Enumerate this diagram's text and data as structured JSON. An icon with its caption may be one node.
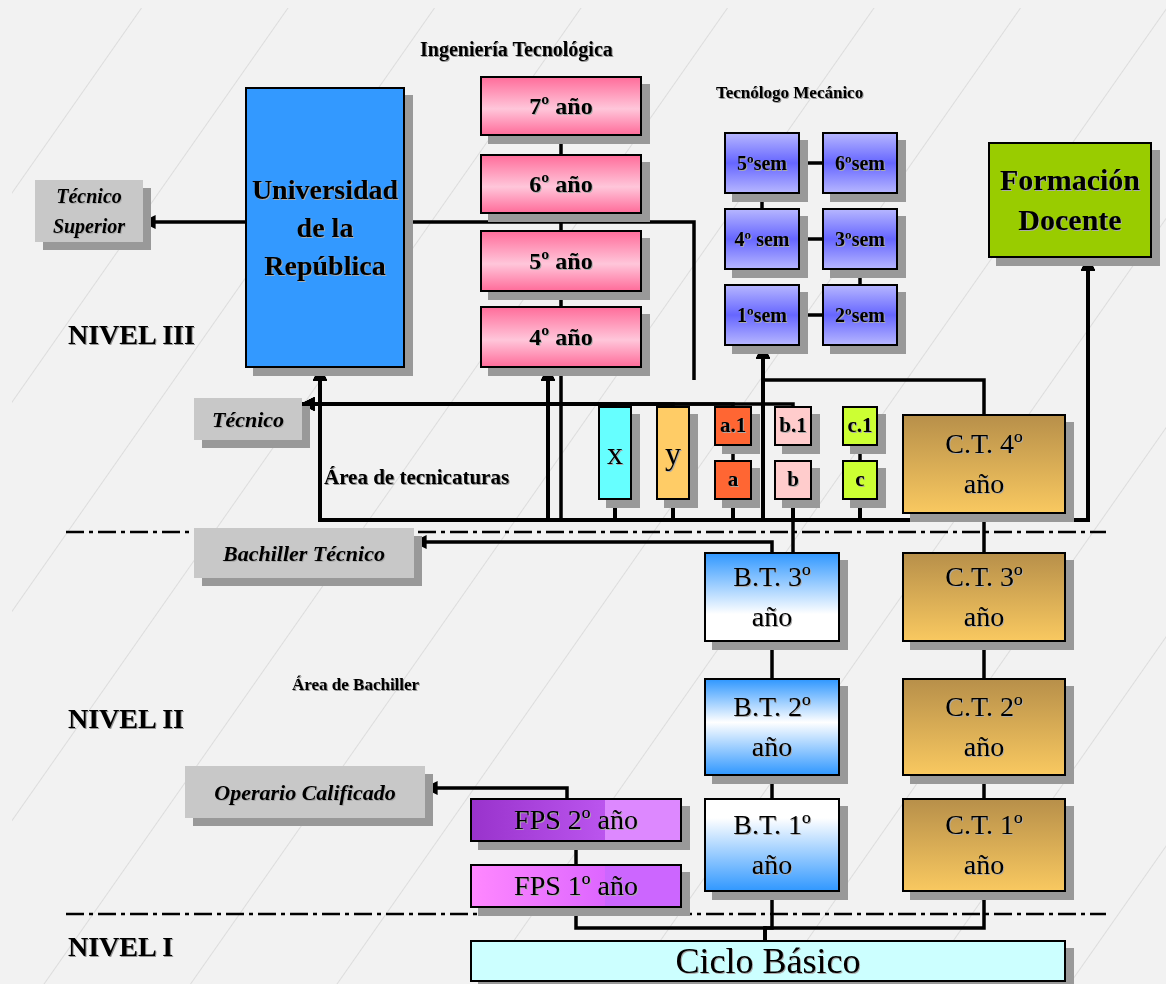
{
  "diagram": {
    "nodes": [
      {
        "text": [
          "Universidad de la República"
        ]
      },
      {
        "text": [
          "Técnico Superior"
        ]
      },
      {
        "text": [
          "7º año"
        ]
      },
      {
        "text": [
          "6º año"
        ]
      },
      {
        "text": [
          "5º año"
        ]
      },
      {
        "text": [
          "4º año"
        ]
      },
      {
        "text": [
          "5ºsem"
        ]
      },
      {
        "text": [
          "6ºsem"
        ]
      },
      {
        "text": [
          "4º sem"
        ]
      },
      {
        "text": [
          "3ºsem"
        ]
      },
      {
        "text": [
          "1ºsem"
        ]
      },
      {
        "text": [
          "2ºsem"
        ]
      },
      {
        "text": [
          "Formación Docente"
        ]
      },
      {
        "text": [
          "Técnico"
        ]
      },
      {
        "text": [
          "x"
        ]
      },
      {
        "text": [
          "y"
        ]
      },
      {
        "text": [
          "a.1"
        ]
      },
      {
        "text": [
          "a"
        ]
      },
      {
        "text": [
          "b.1"
        ]
      },
      {
        "text": [
          "b"
        ]
      },
      {
        "text": [
          "c.1"
        ]
      },
      {
        "text": [
          "c"
        ]
      },
      {
        "text": [
          "C.T. 4º año"
        ]
      },
      {
        "text": [
          "Bachiller Técnico"
        ]
      },
      {
        "text": [
          "B.T. 3º año"
        ]
      },
      {
        "text": [
          "C.T. 3º año"
        ]
      },
      {
        "text": [
          "B.T. 2º año"
        ]
      },
      {
        "text": [
          "C.T. 2º año"
        ]
      },
      {
        "text": [
          "Operario Calificado"
        ]
      },
      {
        "text": [
          "FPS 2º año"
        ]
      },
      {
        "text": [
          "B.T. 1º año"
        ]
      },
      {
        "text": [
          "C.T. 1º año"
        ]
      },
      {
        "text": [
          "FPS 1º año"
        ]
      },
      {
        "text": [
          "Ciclo Básico"
        ]
      }
    ],
    "edges": [
      {
        "from": 0,
        "to": 1,
        "arrow": "to"
      },
      {
        "from": 0,
        "to": null,
        "arrow": "none"
      },
      {
        "from": 2,
        "to": 3,
        "arrow": "none"
      },
      {
        "from": 3,
        "to": 4,
        "arrow": "none"
      },
      {
        "from": 4,
        "to": 5,
        "arrow": "none"
      },
      {
        "from": 10,
        "to": 11,
        "arrow": "none"
      },
      {
        "from": 11,
        "to": 9,
        "arrow": "none"
      },
      {
        "from": 9,
        "to": 8,
        "arrow": "none"
      },
      {
        "from": 8,
        "to": 6,
        "arrow": "none"
      },
      {
        "from": 6,
        "to": 7,
        "arrow": "none"
      },
      {
        "from": 14,
        "to": 0,
        "arrow": "to"
      },
      {
        "from": 14,
        "to": 5,
        "arrow": "to"
      },
      {
        "from": 14,
        "to": 10,
        "arrow": "to"
      },
      {
        "from": 14,
        "to": 12,
        "arrow": "to"
      },
      {
        "from": 15,
        "to": 0,
        "arrow": "to"
      },
      {
        "from": 15,
        "to": 5,
        "arrow": "to"
      },
      {
        "from": 15,
        "to": 10,
        "arrow": "to"
      },
      {
        "from": 15,
        "to": 12,
        "arrow": "to"
      },
      {
        "from": 17,
        "to": 0,
        "arrow": "to"
      },
      {
        "from": 17,
        "to": 5,
        "arrow": "to"
      },
      {
        "from": 17,
        "to": 10,
        "arrow": "to"
      },
      {
        "from": 17,
        "to": 12,
        "arrow": "to"
      },
      {
        "from": 19,
        "to": 0,
        "arrow": "to"
      },
      {
        "from": 19,
        "to": 5,
        "arrow": "to"
      },
      {
        "from": 19,
        "to": 10,
        "arrow": "to"
      },
      {
        "from": 19,
        "to": 12,
        "arrow": "to"
      },
      {
        "from": 21,
        "to": 0,
        "arrow": "to"
      },
      {
        "from": 21,
        "to": 5,
        "arrow": "to"
      },
      {
        "from": 21,
        "to": 10,
        "arrow": "to"
      },
      {
        "from": 21,
        "to": 12,
        "arrow": "to"
      },
      {
        "from": 22,
        "to": 0,
        "arrow": "to"
      },
      {
        "from": 22,
        "to": 5,
        "arrow": "to"
      },
      {
        "from": 22,
        "to": 12,
        "arrow": "to"
      },
      {
        "from": 22,
        "to": 10,
        "arrow": "to"
      },
      {
        "from": 14,
        "to": 13,
        "arrow": "to"
      },
      {
        "from": 15,
        "to": 13,
        "arrow": "to"
      },
      {
        "from": 16,
        "to": 13,
        "arrow": "to"
      },
      {
        "from": 18,
        "to": 13,
        "arrow": "to"
      },
      {
        "from": 16,
        "to": 17,
        "arrow": "none"
      },
      {
        "from": 20,
        "to": 21,
        "arrow": "none"
      },
      {
        "from": 24,
        "to": 19,
        "arrow": "none"
      },
      {
        "from": 24,
        "to": 23,
        "arrow": "to"
      },
      {
        "from": 25,
        "to": 22,
        "arrow": "none"
      },
      {
        "from": 26,
        "to": 24,
        "arrow": "none"
      },
      {
        "from": 27,
        "to": 25,
        "arrow": "none"
      },
      {
        "from": 30,
        "to": 26,
        "arrow": "none"
      },
      {
        "from": 31,
        "to": 27,
        "arrow": "none"
      },
      {
        "from": 29,
        "to": 28,
        "arrow": "to"
      },
      {
        "from": 32,
        "to": 29,
        "arrow": "none"
      },
      {
        "from": 33,
        "to": 32,
        "arrow": "none"
      },
      {
        "from": 33,
        "to": 30,
        "arrow": "none"
      },
      {
        "from": 33,
        "to": 31,
        "arrow": "none"
      }
    ],
    "labels": [
      "Ingeniería Tecnológica",
      "Tecnólogo Mecánico",
      "NIVEL III",
      "Área de tecnicaturas",
      "NIVEL II",
      "Área de Bachiller",
      "NIVEL I"
    ]
  }
}
